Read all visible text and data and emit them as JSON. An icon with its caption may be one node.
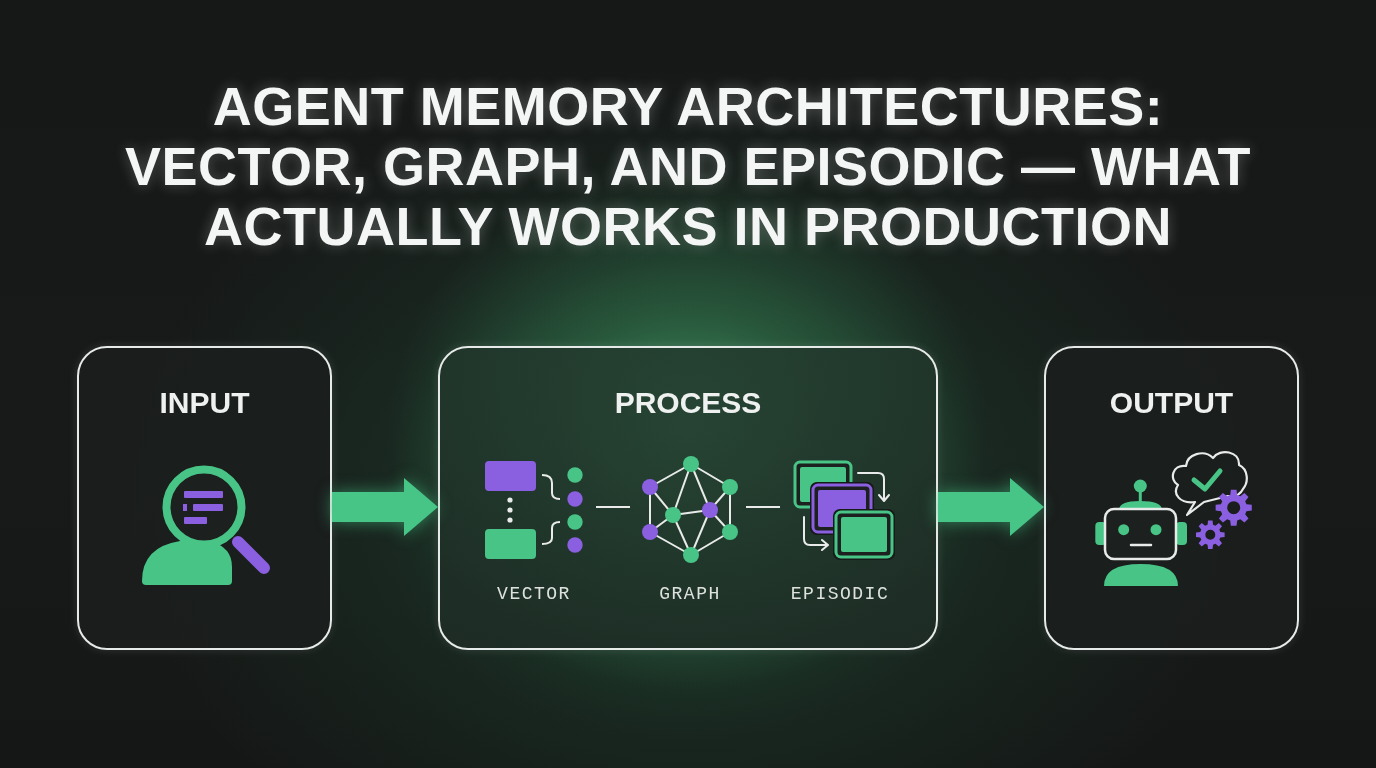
{
  "diagram": {
    "title": "AGENT MEMORY ARCHITECTURES: VECTOR, GRAPH, AND EPISODIC — WHAT ACTUALLY WORKS IN PRODUCTION",
    "nodes": [
      {
        "text": [
          "INPUT"
        ]
      },
      {
        "text": [
          "PROCESS"
        ]
      },
      {
        "text": [
          "VECTOR"
        ],
        "in": 1
      },
      {
        "text": [
          "GRAPH"
        ],
        "in": 1
      },
      {
        "text": [
          "EPISODIC"
        ],
        "in": 1
      },
      {
        "text": [
          "OUTPUT"
        ]
      }
    ],
    "edges": [
      {
        "from": 0,
        "to": 1,
        "arrow": "to",
        "style": "thick",
        "color": "#46c586"
      },
      {
        "from": 2,
        "to": 3,
        "arrow": "none",
        "color": "#e8ebe9"
      },
      {
        "from": 3,
        "to": 4,
        "arrow": "none",
        "color": "#e8ebe9"
      },
      {
        "from": 1,
        "to": 5,
        "arrow": "to",
        "style": "thick",
        "color": "#46c586"
      }
    ]
  }
}
